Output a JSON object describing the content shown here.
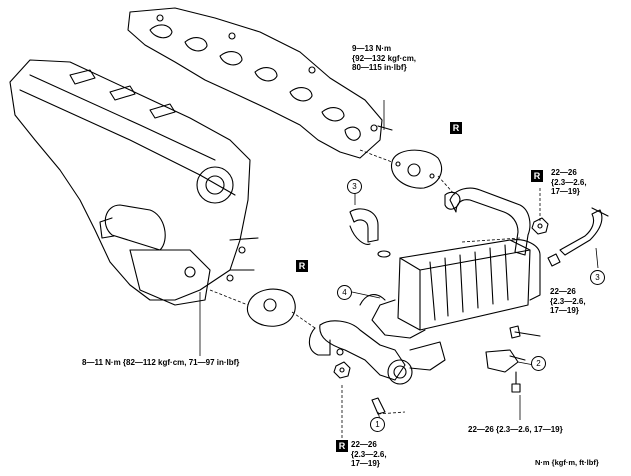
{
  "torque_labels": {
    "t1": [
      "9—13 N·m",
      "{92—132 kgf·cm,",
      "80—115 in·lbf}"
    ],
    "t2": [
      "22—26",
      "{2.3—2.6,",
      "17—19}"
    ],
    "t3": [
      "22—26",
      "{2.3—2.6,",
      "17—19}"
    ],
    "t4": "8—11 N·m {82—112 kgf·cm, 71—97 in·lbf}",
    "t5": "22—26 {2.3—2.6, 17—19}",
    "t6": [
      "22—26",
      "{2.3—2.6,",
      "17—19}"
    ]
  },
  "replace_marks": {
    "r1": "R",
    "r2": "R",
    "r3": "R",
    "r4": "R"
  },
  "callouts": {
    "c1": "1",
    "c2": "2",
    "c3a": "3",
    "c3b": "3",
    "c4": "4"
  },
  "units_note": "N·m {kgf·m, ft·lbf}"
}
